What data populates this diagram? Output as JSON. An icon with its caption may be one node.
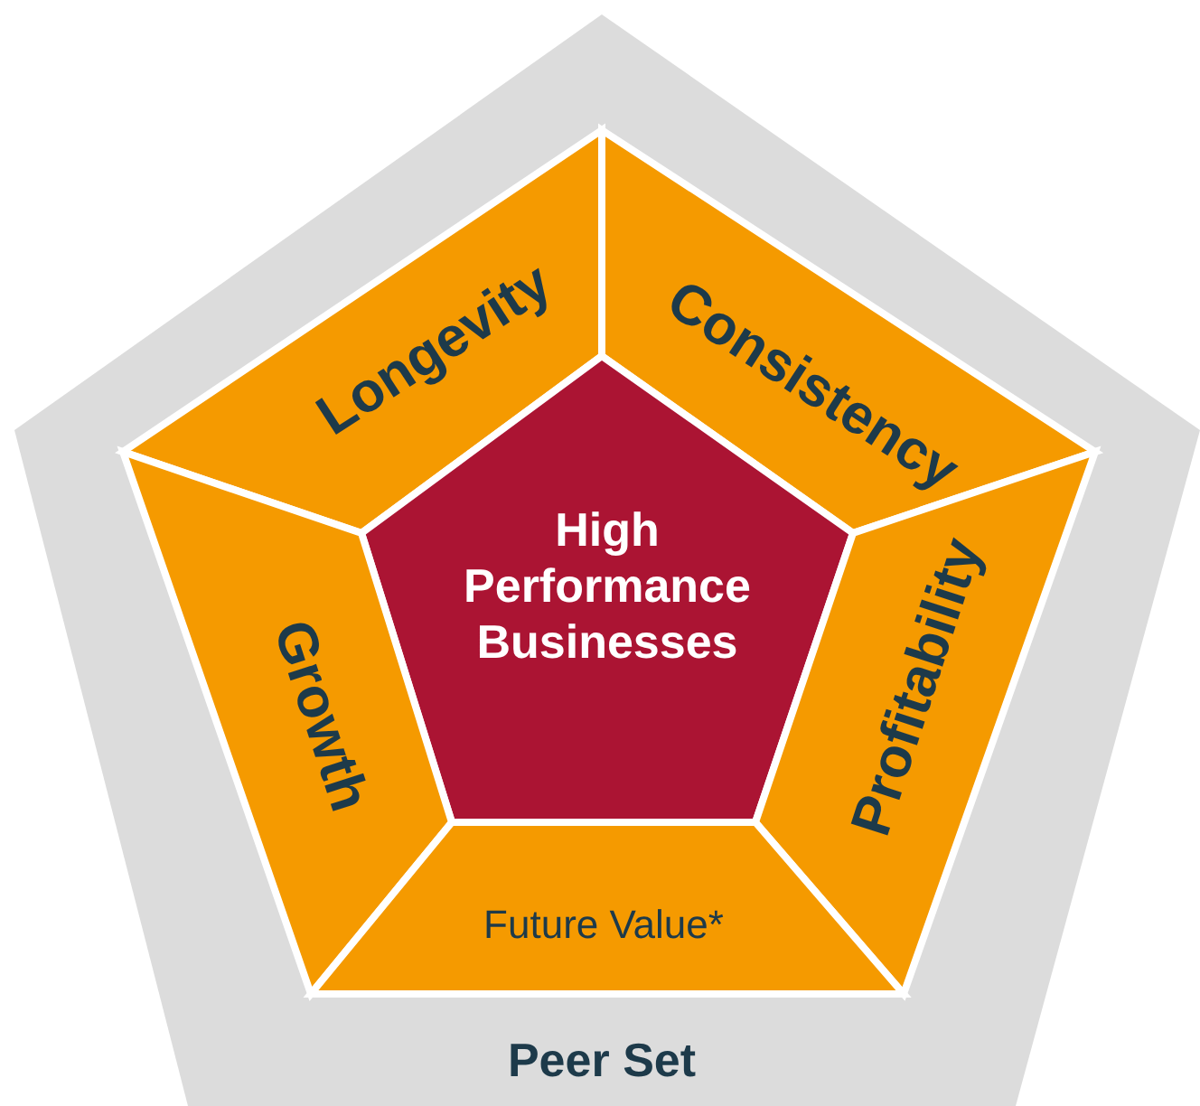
{
  "diagram": {
    "nodes": [
      {
        "text": [
          "Peer Set"
        ]
      },
      {
        "text": [
          "Longevity"
        ],
        "in": 0
      },
      {
        "text": [
          "Consistency"
        ],
        "in": 0
      },
      {
        "text": [
          "High Performance Businesses"
        ],
        "in": 0
      },
      {
        "text": [
          "Growth"
        ],
        "in": 0
      },
      {
        "text": [
          "Profitability"
        ],
        "in": 0
      },
      {
        "text": [
          "Future Value*"
        ],
        "in": 0
      }
    ]
  }
}
